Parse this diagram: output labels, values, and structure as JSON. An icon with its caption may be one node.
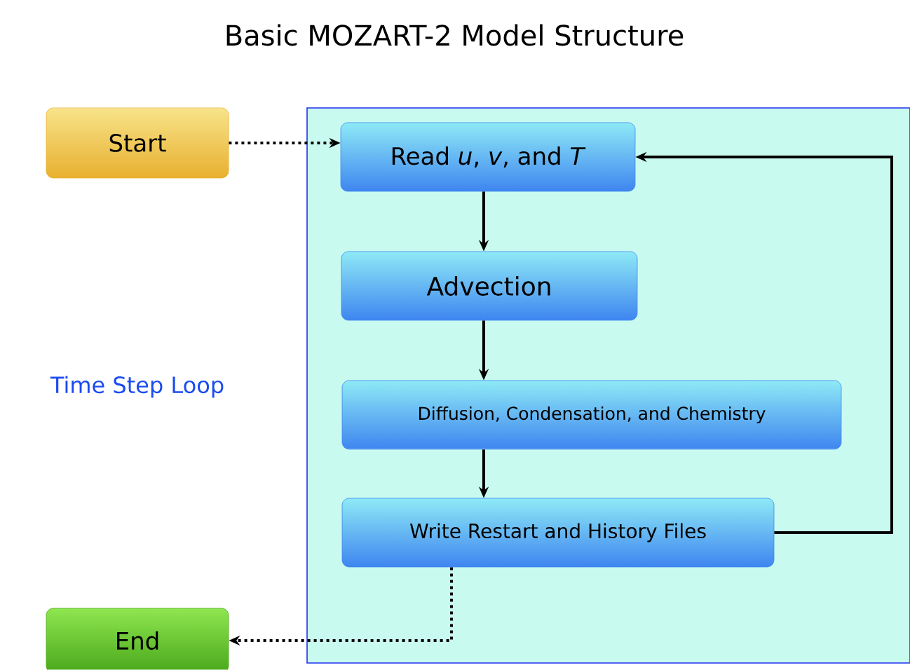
{
  "diagram": {
    "title": "Basic MOZART-2 Model Structure",
    "nodes": [
      {
        "text": [
          "Start"
        ]
      },
      {
        "text": [],
        "shape": "box"
      },
      {
        "text": [
          "Read *u*, *v*, and *T*"
        ],
        "in": 1
      },
      {
        "text": [
          "Advection"
        ],
        "in": 1
      },
      {
        "text": [
          "Diffusion, Condensation, and Chemistry"
        ],
        "in": 1
      },
      {
        "text": [
          "Write Restart and History Files"
        ],
        "in": 1
      },
      {
        "text": [
          "End"
        ]
      }
    ],
    "edges": [
      {
        "from": 0,
        "to": 2,
        "arrow": "to",
        "style": "dashed"
      },
      {
        "from": 2,
        "to": 3,
        "arrow": "to"
      },
      {
        "from": 3,
        "to": 4,
        "arrow": "to"
      },
      {
        "from": 4,
        "to": 5,
        "arrow": "to"
      },
      {
        "from": 5,
        "to": 2,
        "arrow": "to"
      },
      {
        "from": 5,
        "to": 6,
        "arrow": "to",
        "style": "dashed"
      }
    ],
    "labels": [
      "Time Step Loop"
    ]
  }
}
